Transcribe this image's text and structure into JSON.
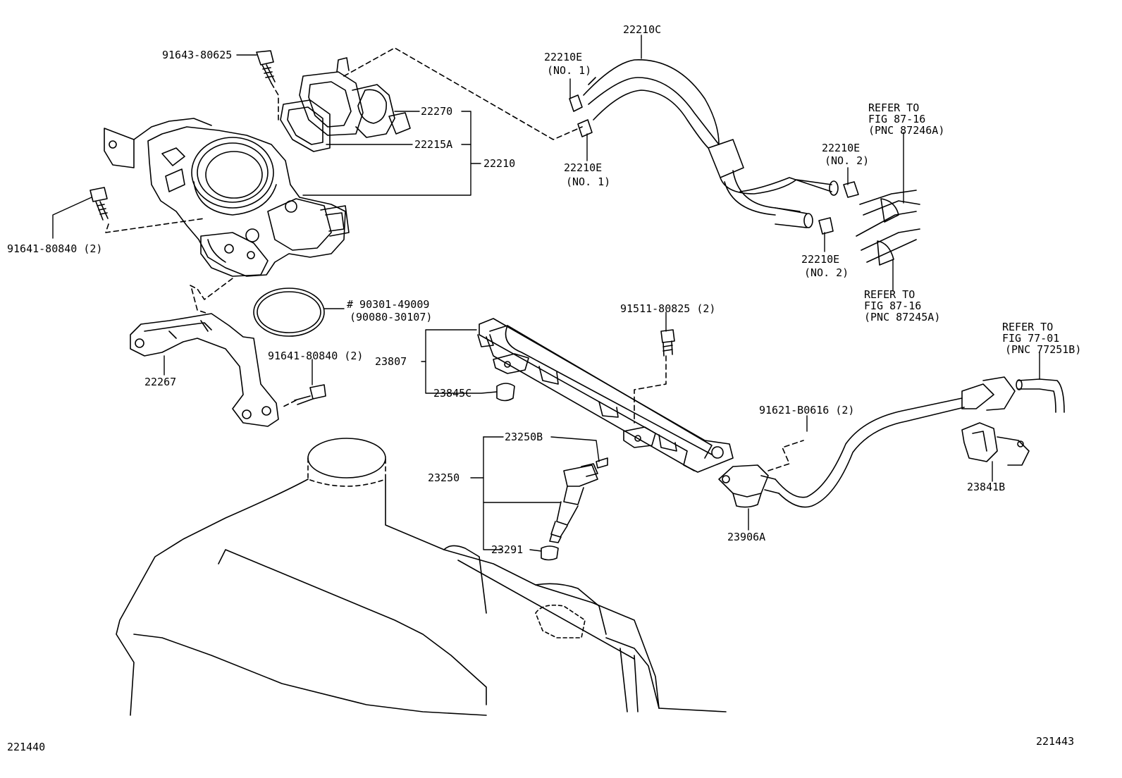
{
  "diagram": {
    "colors": {
      "ink": "#000000",
      "paper": "#ffffff"
    },
    "labels": {
      "p91643": "91643-80625",
      "p22210c": "22210C",
      "p22210e_no1_top": "22210E",
      "p22210e_no1_top_sub": "(NO. 1)",
      "p22270": "22270",
      "p22215a": "22215A",
      "p22210": "22210",
      "p22210e_no1_bottom": "22210E",
      "p22210e_no1_bottom_sub": "(NO. 1)",
      "p22210e_no2_top": "22210E",
      "p22210e_no2_top_sub": "(NO. 2)",
      "refer_87246_l1": "REFER TO",
      "refer_87246_l2": "FIG 87-16",
      "refer_87246_l3": "(PNC 87246A)",
      "p91641_top": "91641-80840 (2)",
      "p22210e_no2_bottom": "22210E",
      "p22210e_no2_bottom_sub": "(NO. 2)",
      "refer_87245_l1": "REFER TO",
      "refer_87245_l2": "FIG 87-16",
      "refer_87245_l3": "(PNC 87245A)",
      "p90301": "# 90301-49009",
      "p90080": "(90080-30107)",
      "p91511": "91511-80825 (2)",
      "refer_77251_l1": "REFER TO",
      "refer_77251_l2": "FIG 77-01",
      "refer_77251_l3": "(PNC 77251B)",
      "p91641_mid": "91641-80840 (2)",
      "p23807": "23807",
      "p22267": "22267",
      "p23845c": "23845C",
      "p91621": "91621-B0616 (2)",
      "p23250b": "23250B",
      "p23250": "23250",
      "p23841b": "23841B",
      "p23906a": "23906A",
      "p23291": "23291",
      "fig_left": "221440",
      "fig_right": "221443"
    }
  }
}
